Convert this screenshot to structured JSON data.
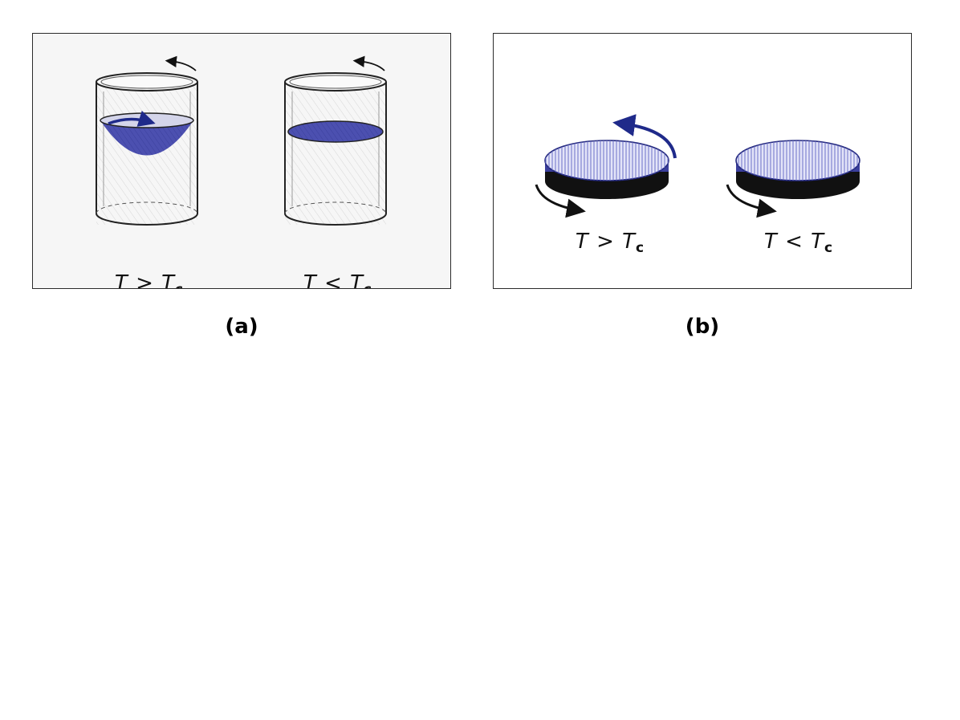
{
  "panel_a": {
    "left_condition": {
      "symbol": "T",
      "relation": ">",
      "subscript": "c"
    },
    "right_condition": {
      "symbol": "T",
      "relation": "<",
      "subscript": "c"
    },
    "caption": "(a)"
  },
  "panel_b": {
    "left_condition": {
      "symbol": "T",
      "relation": ">",
      "subscript": "c"
    },
    "right_condition": {
      "symbol": "T",
      "relation": "<",
      "subscript": "c"
    },
    "caption": "(b)"
  },
  "colors": {
    "fluid_blue": "#3a3ea0",
    "arrow_blue": "#1f2a8a",
    "outline": "#222222",
    "disc_blue": "#6b6fc8",
    "disc_fill": "#dfe0f6"
  }
}
